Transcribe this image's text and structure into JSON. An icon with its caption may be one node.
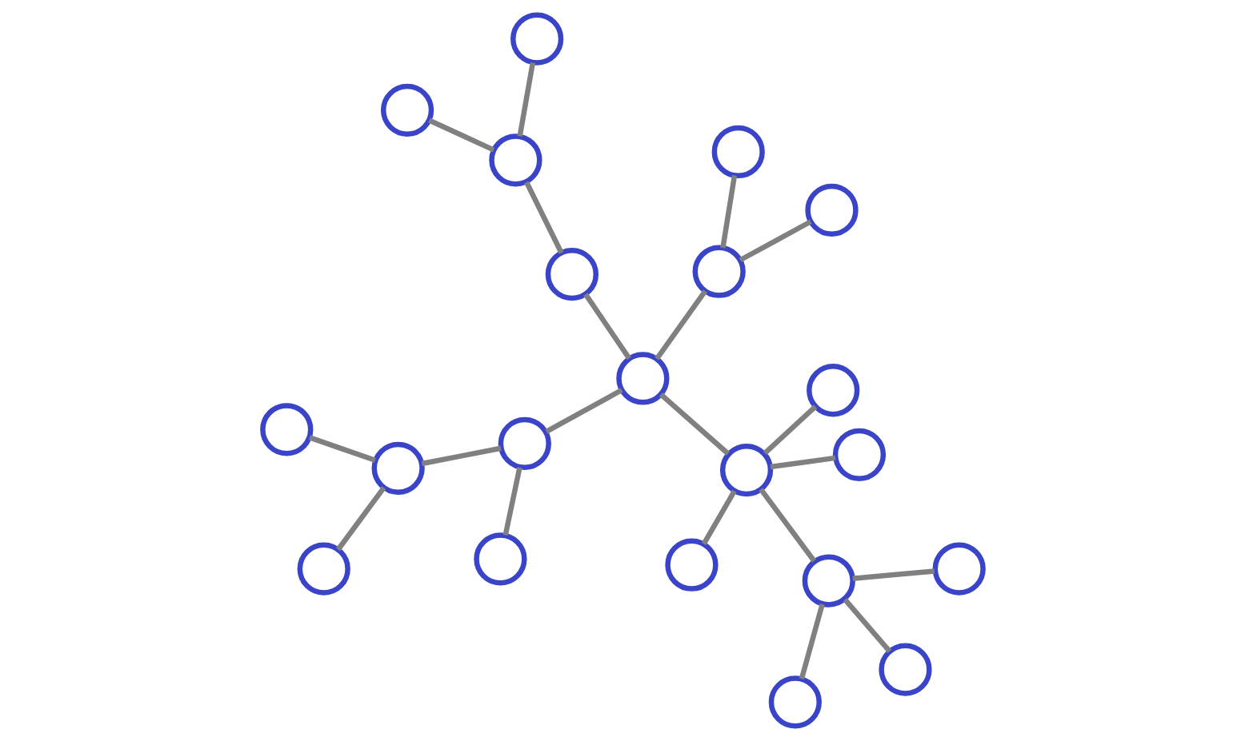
{
  "diagram": {
    "nodes": [
      {
        "text": [],
        "shape": "circle"
      },
      {
        "text": [],
        "shape": "circle"
      },
      {
        "text": [],
        "shape": "circle"
      },
      {
        "text": [],
        "shape": "circle"
      },
      {
        "text": [],
        "shape": "circle"
      },
      {
        "text": [],
        "shape": "circle"
      },
      {
        "text": [],
        "shape": "circle"
      },
      {
        "text": [],
        "shape": "circle"
      },
      {
        "text": [],
        "shape": "circle"
      },
      {
        "text": [],
        "shape": "circle"
      },
      {
        "text": [],
        "shape": "circle"
      },
      {
        "text": [],
        "shape": "circle"
      },
      {
        "text": [],
        "shape": "circle"
      },
      {
        "text": [],
        "shape": "circle"
      },
      {
        "text": [],
        "shape": "circle"
      },
      {
        "text": [],
        "shape": "circle"
      },
      {
        "text": [],
        "shape": "circle"
      },
      {
        "text": [],
        "shape": "circle"
      },
      {
        "text": [],
        "shape": "circle"
      },
      {
        "text": [],
        "shape": "circle"
      },
      {
        "text": [],
        "shape": "circle"
      }
    ],
    "edges": [
      {
        "from": 0,
        "to": 1,
        "arrow": "none"
      },
      {
        "from": 0,
        "to": 2,
        "arrow": "none"
      },
      {
        "from": 0,
        "to": 3,
        "arrow": "none"
      },
      {
        "from": 0,
        "to": 4,
        "arrow": "none"
      },
      {
        "from": 1,
        "to": 5,
        "arrow": "none"
      },
      {
        "from": 1,
        "to": 6,
        "arrow": "none"
      },
      {
        "from": 1,
        "to": 7,
        "arrow": "none"
      },
      {
        "from": 1,
        "to": 8,
        "arrow": "none"
      },
      {
        "from": 2,
        "to": 9,
        "arrow": "none"
      },
      {
        "from": 2,
        "to": 10,
        "arrow": "none"
      },
      {
        "from": 3,
        "to": 11,
        "arrow": "none"
      },
      {
        "from": 4,
        "to": 12,
        "arrow": "none"
      },
      {
        "from": 4,
        "to": 13,
        "arrow": "none"
      },
      {
        "from": 8,
        "to": 14,
        "arrow": "none"
      },
      {
        "from": 8,
        "to": 15,
        "arrow": "none"
      },
      {
        "from": 8,
        "to": 16,
        "arrow": "none"
      },
      {
        "from": 9,
        "to": 17,
        "arrow": "none"
      },
      {
        "from": 9,
        "to": 18,
        "arrow": "none"
      },
      {
        "from": 11,
        "to": 19,
        "arrow": "none"
      },
      {
        "from": 11,
        "to": 20,
        "arrow": "none"
      }
    ]
  }
}
